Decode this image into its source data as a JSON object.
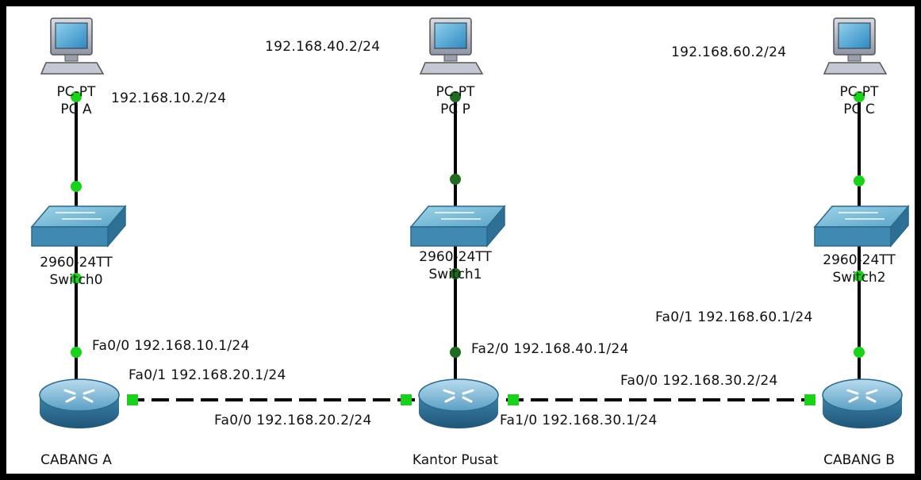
{
  "devices": {
    "pc_a": {
      "model": "PC-PT",
      "name": "PC A",
      "ip": "192.168.10.2/24"
    },
    "pc_p": {
      "model": "PC-PT",
      "name": "PC P",
      "ip": "192.168.40.2/24"
    },
    "pc_c": {
      "model": "PC-PT",
      "name": "PC C",
      "ip": "192.168.60.2/24"
    },
    "switch0": {
      "model": "2960-24TT",
      "name": "Switch0"
    },
    "switch1": {
      "model": "2960-24TT",
      "name": "Switch1"
    },
    "switch2": {
      "model": "2960-24TT",
      "name": "Switch2"
    },
    "router_a": {
      "name": "CABANG A"
    },
    "router_p": {
      "name": "Kantor Pusat"
    },
    "router_b": {
      "name": "CABANG B"
    }
  },
  "interfaces": {
    "cabang_a_fa00": "Fa0/0 192.168.10.1/24",
    "cabang_a_fa01": "Fa0/1 192.168.20.1/24",
    "pusat_fa00": "Fa0/0 192.168.20.2/24",
    "pusat_fa20": "Fa2/0 192.168.40.1/24",
    "pusat_fa10": "Fa1/0 192.168.30.1/24",
    "cabang_b_fa00": "Fa0/0 192.168.30.2/24",
    "cabang_b_fa01": "Fa0/1 192.168.60.1/24"
  },
  "colors": {
    "link_up": "#1ad21a",
    "link_dark": "#1f6b1f",
    "device_blue": "#4a9bbf"
  }
}
